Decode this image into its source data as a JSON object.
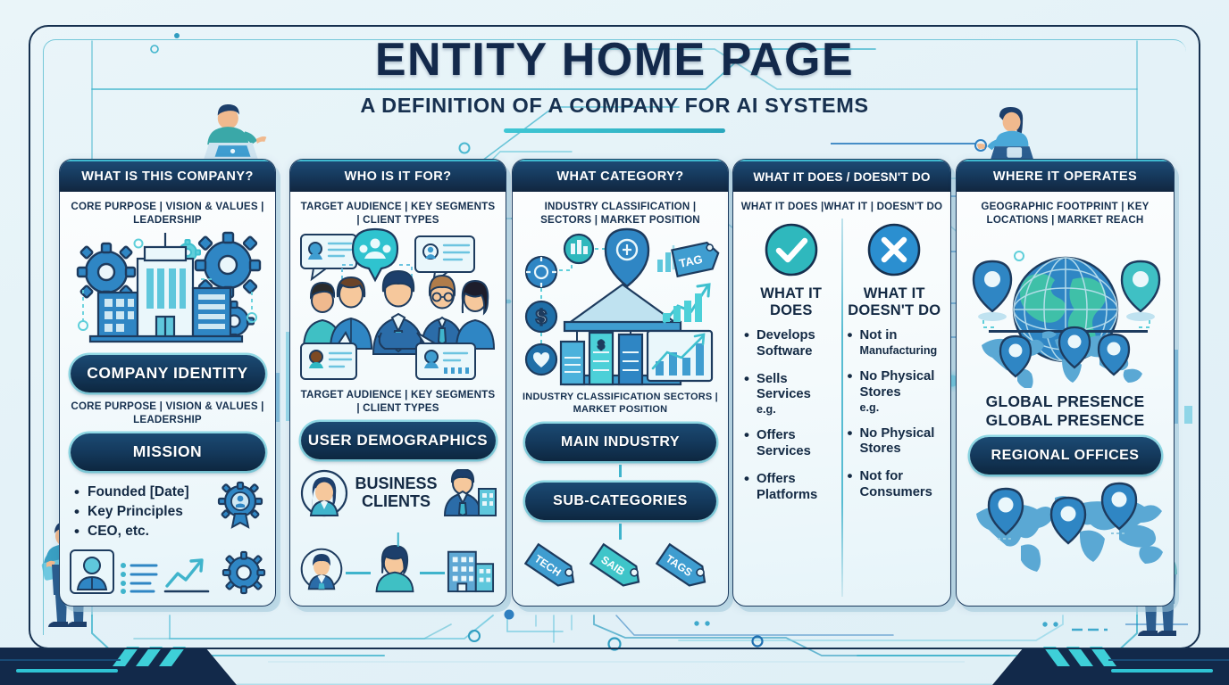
{
  "header": {
    "title": "ENTITY HOME PAGE",
    "subtitle": "A DEFINITION OF A COMPANY FOR AI SYSTEMS"
  },
  "colors": {
    "page_background": "#e8f4f8",
    "frame_border": "#16304f",
    "header_navy": "#13294b",
    "accent_teal": "#3fc6d4",
    "card_header_gradient_top": "#1d4a74",
    "card_header_gradient_bottom": "#11263f",
    "pill_navy": "#14395c",
    "pill_glow": "#40bed2",
    "check_circle": "#2fb8bd",
    "cross_circle": "#2b8fd0",
    "map_blue": "#5aa8d4",
    "bottom_bar_navy": "#13294b"
  },
  "columns": [
    {
      "id": "company-identity",
      "header": "WHAT IS THIS COMPANY?",
      "subtitle_top": "CORE PURPOSE | VISION & VALUES | LEADERSHIP",
      "illustration": "office-buildings-with-gears",
      "pill_1": "COMPANY IDENTITY",
      "subtitle_mid": "CORE PURPOSE | VISION & VALUES | LEADERSHIP",
      "pill_2": "MISSION",
      "bullets": [
        "Founded [Date]",
        "Key Principles",
        "CEO, etc."
      ],
      "footer_icons": [
        "person-badge-icon",
        "list-icon",
        "growth-arrow-icon",
        "gear-icon"
      ]
    },
    {
      "id": "audience",
      "header": "WHO IS IT FOR?",
      "subtitle_top": "TARGET AUDIENCE | KEY SEGMENTS | CLIENT TYPES",
      "illustration": "group-of-people-with-profile-cards",
      "subtitle_mid": "TARGET AUDIENCE | KEY SEGMENTS | CLIENT TYPES",
      "pill_1": "USER DEMOGRAPHICS",
      "sub_label": "BUSINESS CLIENTS",
      "footer_icons": [
        "avatar-female-icon",
        "businessman-icon",
        "avatar-male-icon",
        "avatar-teal-icon",
        "office-building-icon"
      ]
    },
    {
      "id": "category",
      "header": "WHAT CATEGORY?",
      "subtitle_top": "INDUSTRY CLASSIFICATION | SECTORS | MARKET POSITION",
      "illustration": "bank-building-with-bar-charts-and-tags",
      "subtitle_mid": "INDUSTRY CLASSIFICATION SECTORS | MARKET POSITION",
      "pill_1": "MAIN INDUSTRY",
      "pill_2": "SUB-CATEGORIES",
      "tags": [
        "TECH",
        "SAIB",
        "TAGS"
      ]
    },
    {
      "id": "does-doesnt",
      "header": "WHAT IT DOES / DOESN'T DO",
      "subtitle_top": "WHAT IT DOES |WHAT IT | DOESN'T DO",
      "left": {
        "icon": "check-circle-icon",
        "heading": "WHAT IT DOES",
        "items": [
          {
            "text": "Develops Software"
          },
          {
            "text": "Sells Services",
            "note": "e.g."
          },
          {
            "text": "Offers Services"
          },
          {
            "text": "Offers Platforms"
          }
        ]
      },
      "right": {
        "icon": "cross-circle-icon",
        "heading": "WHAT IT DOESN'T DO",
        "items": [
          {
            "text": "Not in",
            "note": "Manufacturing"
          },
          {
            "text": "No Physical Stores",
            "note": "e.g."
          },
          {
            "text": "No Physical Stores"
          },
          {
            "text": "Not for Consumers"
          }
        ]
      }
    },
    {
      "id": "operates",
      "header": "WHERE IT OPERATES",
      "subtitle_top": "GEOGRAPHIC FOOTPRINT | KEY LOCATIONS | MARKET REACH",
      "illustration": "globe-and-world-map-with-location-pins",
      "text_block_line1": "GLOBAL PRESENCE",
      "text_block_line2": "GLOBAL PRESENCE",
      "pill_1": "REGIONAL OFFICES",
      "footer_illustration": "world-map-with-three-pins"
    }
  ],
  "decorations": {
    "left_figure": "standing-person-presenting-icon",
    "top_left_figure": "person-with-laptop-icon",
    "top_right_figure": "seated-woman-with-tablet-icon",
    "right_figure": "standing-person-pointing-icon",
    "circuit_traces": "circuit-board-trace-lines",
    "globe_outline": "globe-wireframe-icon",
    "bar_charts": "decorative-bar-chart"
  }
}
